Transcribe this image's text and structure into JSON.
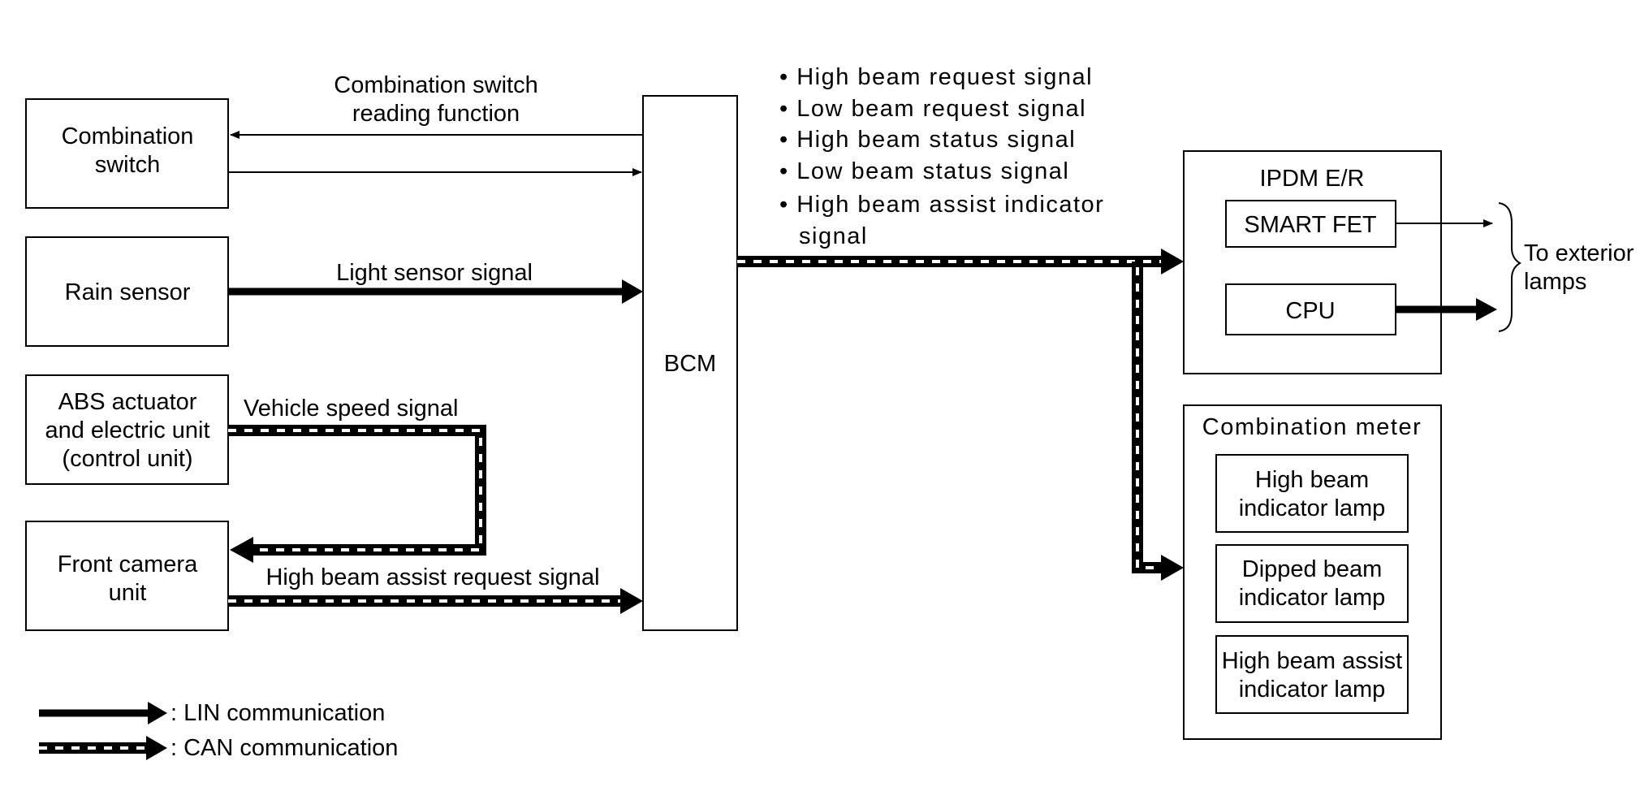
{
  "diagram": {
    "nodes": {
      "combination_switch": [
        "Combination",
        "switch"
      ],
      "rain_sensor": [
        "Rain sensor"
      ],
      "abs_unit": [
        "ABS actuator",
        "and electric unit",
        "(control unit)"
      ],
      "front_camera": [
        "Front camera",
        "unit"
      ],
      "bcm": "BCM",
      "ipdm": "IPDM E/R",
      "smart_fet": "SMART FET",
      "cpu": "CPU",
      "combination_meter": "Combination meter",
      "high_beam_indicator": [
        "High beam",
        "indicator lamp"
      ],
      "dipped_beam_indicator": [
        "Dipped beam",
        "indicator lamp"
      ],
      "hba_indicator": [
        "High beam assist",
        "indicator lamp"
      ]
    },
    "edge_labels": {
      "switch_reading": [
        "Combination switch",
        "reading function"
      ],
      "light_sensor": "Light sensor signal",
      "vehicle_speed": "Vehicle speed signal",
      "hba_request": "High beam assist request signal",
      "to_exterior": [
        "To exterior",
        "lamps"
      ]
    },
    "can_signals": [
      "• High beam request signal",
      "• Low beam request signal",
      "• High beam status signal",
      "• Low beam status signal",
      "• High beam assist indicator",
      "signal"
    ],
    "legend": {
      "lin": ": LIN communication",
      "can": ": CAN communication"
    }
  },
  "colors": {
    "line": "#000000",
    "background": "#ffffff",
    "can_dash": "#ffffff"
  }
}
